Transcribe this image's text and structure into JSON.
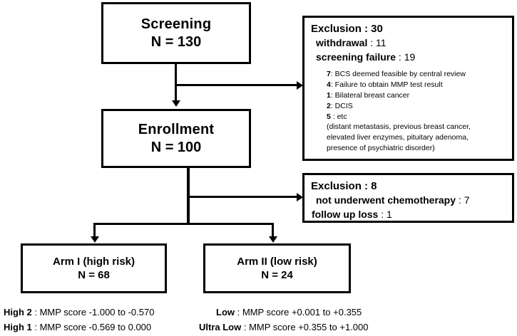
{
  "flow": {
    "screening": {
      "title": "Screening",
      "count": "N = 130"
    },
    "enrollment": {
      "title": "Enrollment",
      "count": "N = 100"
    },
    "arm1": {
      "title": "Arm I (high risk)",
      "count": "N = 68"
    },
    "arm2": {
      "title": "Arm II (low risk)",
      "count": "N = 24"
    }
  },
  "exclusion1": {
    "heading": "Exclusion : 30",
    "reasons": [
      {
        "label": "withdrawal",
        "sep": " : ",
        "count": "11"
      },
      {
        "label": "screening failure",
        "sep": " : ",
        "count": "19"
      }
    ],
    "details": [
      {
        "num": "7",
        "text": ": BCS deemed feasible by central review"
      },
      {
        "num": "4",
        "text": ": Failure to obtain MMP test result"
      },
      {
        "num": "1",
        "text": ": Bilateral breast cancer"
      },
      {
        "num": "2",
        "text": ": DCIS"
      },
      {
        "num": "5",
        "text": " : etc"
      }
    ],
    "parenthetical": [
      "(distant metastasis, previous breast cancer,",
      "elevated liver enzymes, pituitary adenoma,",
      "presence of psychiatric disorder)"
    ]
  },
  "exclusion2": {
    "heading": "Exclusion : 8",
    "reasons": [
      {
        "label": "not underwent chemotherapy",
        "sep": " : ",
        "count": "7"
      },
      {
        "label": "follow up loss",
        "sep": " : ",
        "count": "1"
      }
    ]
  },
  "legend": {
    "high2": {
      "label": "High 2",
      "text": " : MMP score -1.000 to -0.570"
    },
    "high1": {
      "label": "High 1",
      "text": " : MMP score -0.569 to  0.000"
    },
    "low": {
      "label": "Low",
      "text": " : MMP score +0.001 to +0.355"
    },
    "ultralow": {
      "label": "Ultra Low",
      "text": " : MMP score +0.355 to +1.000"
    }
  },
  "colors": {
    "line": "#000000",
    "background": "#ffffff"
  }
}
